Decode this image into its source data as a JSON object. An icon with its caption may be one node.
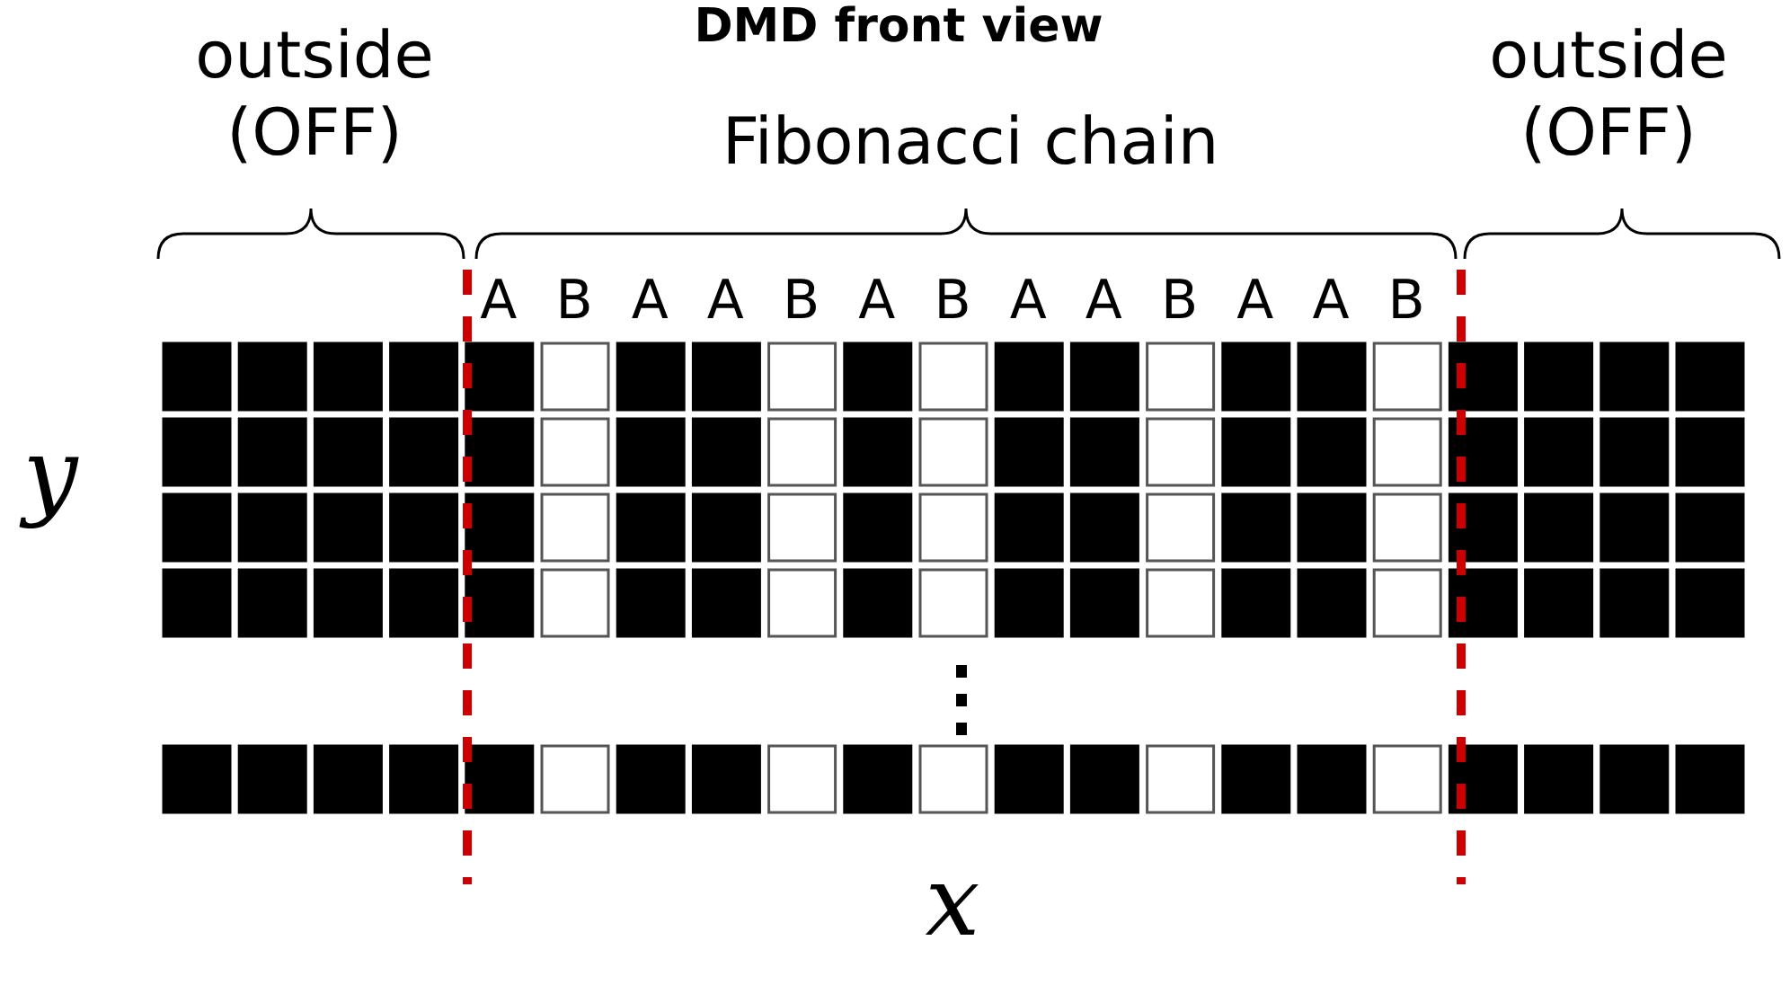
{
  "diagram": {
    "title": "DMD front view",
    "labels": [
      "outside (OFF)",
      "Fibonacci chain",
      "outside (OFF)",
      "A",
      "B",
      "A",
      "A",
      "B",
      "A",
      "B",
      "A",
      "A",
      "B",
      "A",
      "A",
      "B",
      "y",
      "x"
    ]
  }
}
